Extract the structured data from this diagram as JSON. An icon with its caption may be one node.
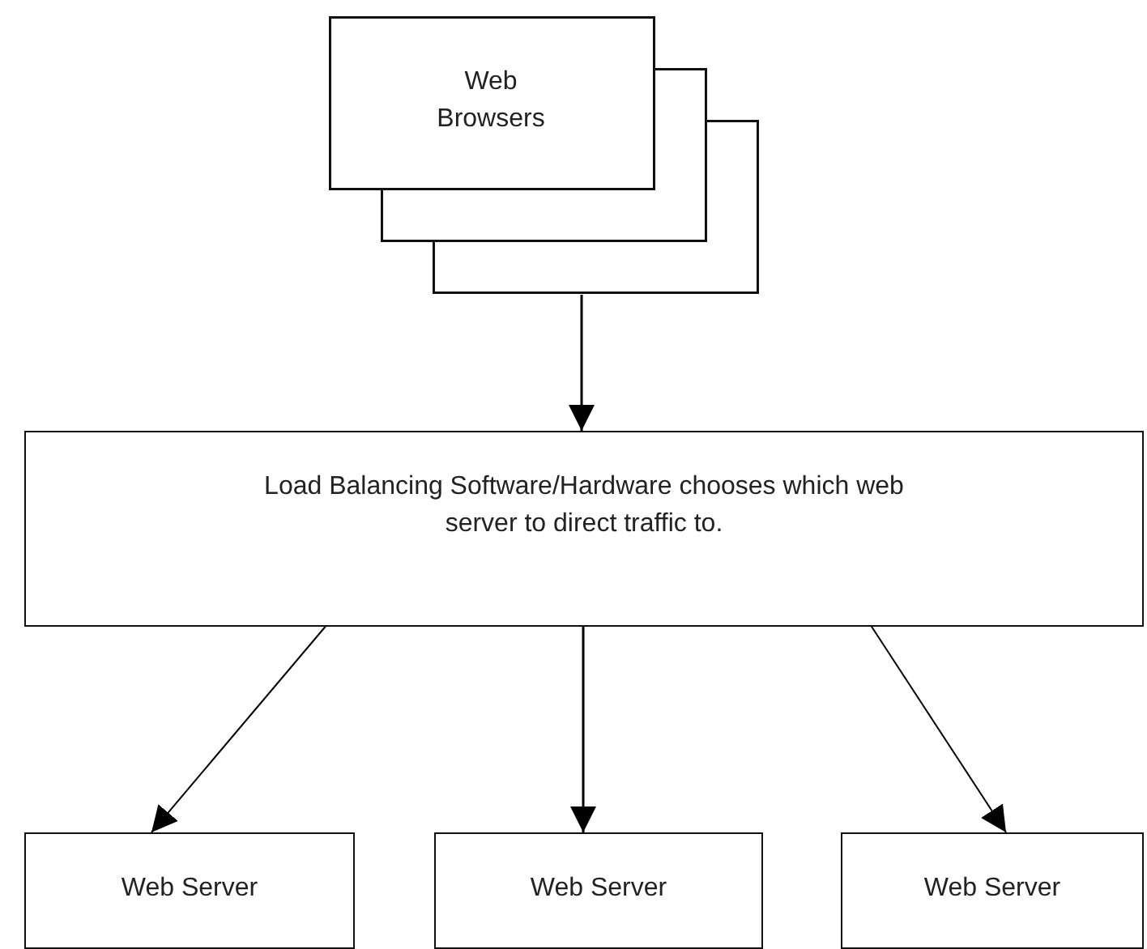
{
  "diagram": {
    "nodes": [
      {
        "text": [
          "Web Browsers"
        ]
      },
      {
        "text": [
          "Load Balancing Software/Hardware chooses which web server to direct traffic to."
        ]
      },
      {
        "text": [
          "Web Server"
        ]
      },
      {
        "text": [
          "Web Server"
        ]
      },
      {
        "text": [
          "Web Server"
        ]
      }
    ],
    "edges": [
      {
        "from": 0,
        "to": 1,
        "arrow": "to"
      },
      {
        "from": 1,
        "to": 2,
        "arrow": "to"
      },
      {
        "from": 1,
        "to": 3,
        "arrow": "to"
      },
      {
        "from": 1,
        "to": 4,
        "arrow": "to"
      }
    ]
  }
}
